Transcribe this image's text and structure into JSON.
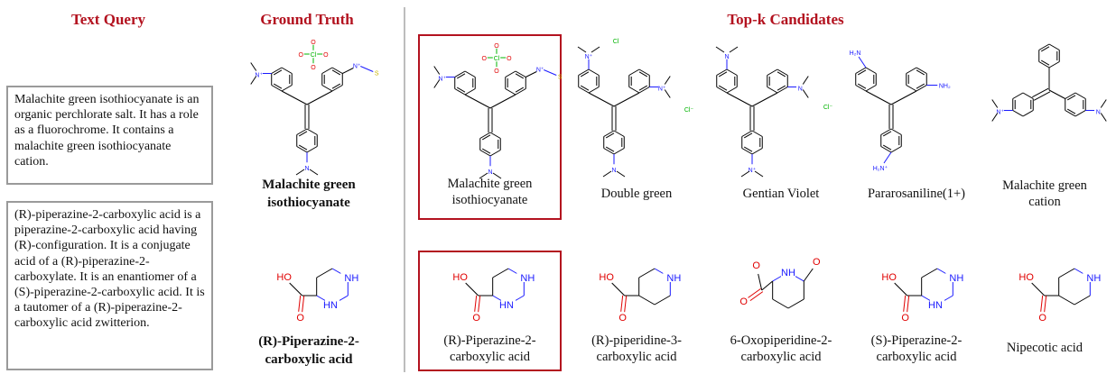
{
  "headers": {
    "text_query": "Text Query",
    "ground_truth": "Ground Truth",
    "top_k": "Top-k Candidates"
  },
  "rows": [
    {
      "query": "Malachite green isothiocyanate is an organic perchlorate salt. It has a role as a fluorochrome. It contains a malachite green isothiocyanate cation.",
      "ground_truth": "Malachite green isothiocyanate",
      "candidates": [
        {
          "name": "Malachite green isothiocyanate",
          "highlight": true
        },
        {
          "name": "Double green",
          "highlight": false
        },
        {
          "name": "Gentian Violet",
          "highlight": false
        },
        {
          "name": "Pararosaniline(1+)",
          "highlight": false
        },
        {
          "name": "Malachite green cation",
          "highlight": false
        }
      ]
    },
    {
      "query": "(R)-piperazine-2-carboxylic acid is a piperazine-2-carboxylic acid having (R)-configuration. It is a conjugate acid of a (R)-piperazine-2-carboxylate. It is an enantiomer of a (S)-piperazine-2-carboxylic acid. It is a tautomer of a (R)-piperazine-2-carboxylic acid zwitterion.",
      "ground_truth": "(R)-Piperazine-2-carboxylic acid",
      "candidates": [
        {
          "name": "(R)-Piperazine-2-carboxylic acid",
          "highlight": true
        },
        {
          "name": "(R)-piperidine-3-carboxylic acid",
          "highlight": false
        },
        {
          "name": "6-Oxopiperidine-2-carboxylic acid",
          "highlight": false
        },
        {
          "name": "(S)-Piperazine-2-carboxylic acid",
          "highlight": false
        },
        {
          "name": "Nipecotic acid",
          "highlight": false
        }
      ]
    }
  ],
  "atom_labels": {
    "N": "N",
    "N_plus": "N⁺",
    "NH": "NH",
    "HN": "HN",
    "HO": "HO",
    "O": "O",
    "Cl": "Cl",
    "Cl_minus": "Cl⁻",
    "S": "S",
    "H2N": "H₂N",
    "NH2": "NH₂",
    "H2N_plus": "H₂N⁺"
  },
  "colors": {
    "header_red": "#b3121f",
    "nitrogen": "#1a1aff",
    "oxygen": "#e00000",
    "chlorine": "#00b400",
    "sulfur": "#c8b400",
    "divider": "#bdbdbd",
    "query_border": "#9a9a9a"
  }
}
